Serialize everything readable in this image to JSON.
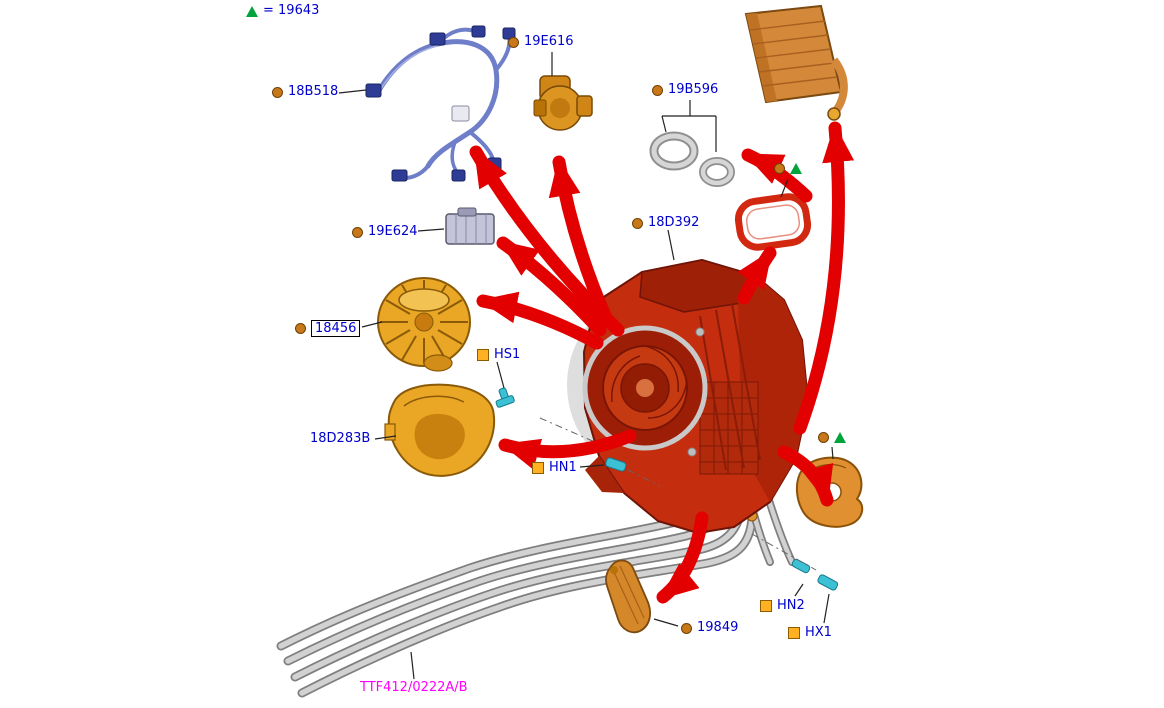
{
  "page": {
    "background": "#ffffff",
    "type": "exploded-parts-diagram"
  },
  "legend": {
    "symbol": "green-triangle",
    "text": "= 19643"
  },
  "labels": {
    "n18B518": {
      "text": "18B518",
      "marker": "orange-circle"
    },
    "n19E616": {
      "text": "19E616",
      "marker": "orange-circle"
    },
    "n19B596": {
      "text": "19B596",
      "marker": "orange-circle"
    },
    "n18D392": {
      "text": "18D392",
      "marker": "orange-circle"
    },
    "n19E624": {
      "text": "19E624",
      "marker": "orange-circle"
    },
    "n18456": {
      "text": "18456",
      "marker": "orange-circle",
      "highlighted": true
    },
    "nHS1": {
      "text": "HS1",
      "marker": "orange-square"
    },
    "n18D283B": {
      "text": "18D283B",
      "marker": "none"
    },
    "nHN1": {
      "text": "HN1",
      "marker": "orange-square"
    },
    "nHN2": {
      "text": "HN2",
      "marker": "orange-square"
    },
    "nHX1": {
      "text": "HX1",
      "marker": "orange-square"
    },
    "n19849": {
      "text": "19849",
      "marker": "orange-circle"
    }
  },
  "unlabeled_markers": [
    {
      "symbols": "orange-circle + green-triangle",
      "near": "gasket-seal"
    },
    {
      "symbols": "orange-circle + green-triangle",
      "near": "mounting-bracket"
    }
  ],
  "footer": {
    "text": "TTF412/0222A/B"
  },
  "colors": {
    "label_text": "#0000cc",
    "footer_text": "#ff00ff",
    "arrow_red": "#e20000",
    "marker_circle_fill": "#c87818",
    "marker_square_fill": "#ffb123",
    "marker_triangle_fill": "#00a43c",
    "housing_red": "#c42d0e",
    "blower_yellow": "#eaa726",
    "harness_blue": "#6f7ec9",
    "pipe_gray": "#d2d2d2",
    "clip_cyan": "#3cc0d4",
    "core_orange": "#d4883a"
  }
}
